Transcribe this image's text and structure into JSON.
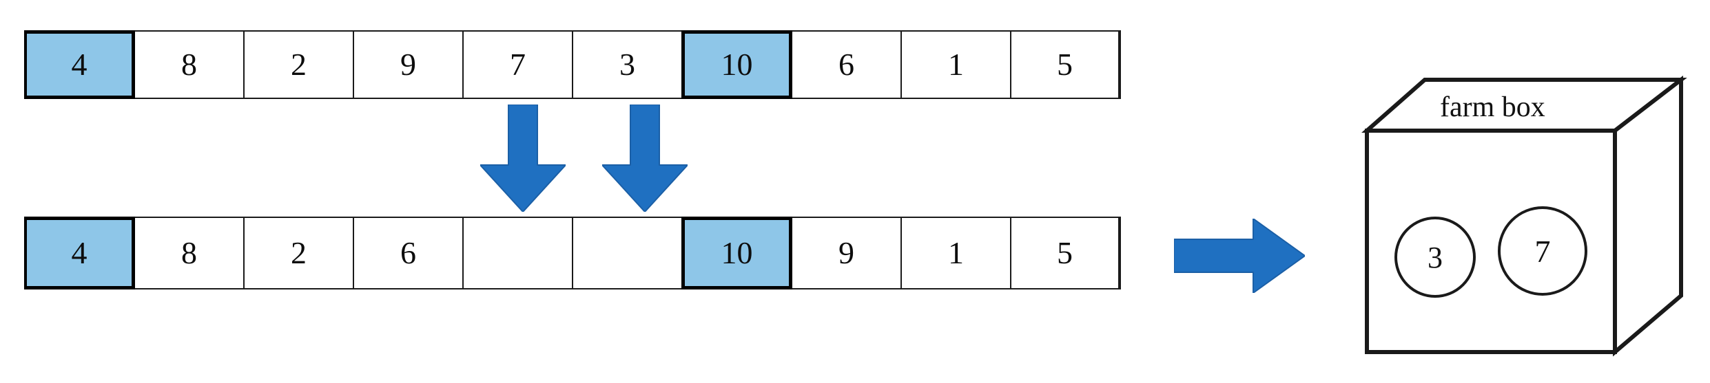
{
  "diagram": {
    "title": "array element removal into farm box",
    "accent_blue": "#1f70c1",
    "highlight_fill": "#8ec6e8",
    "stroke": "#1a1a1a"
  },
  "array_before": {
    "name": "before-array",
    "cells": [
      {
        "value": "4",
        "highlighted": true,
        "empty": false
      },
      {
        "value": "8",
        "highlighted": false,
        "empty": false
      },
      {
        "value": "2",
        "highlighted": false,
        "empty": false
      },
      {
        "value": "9",
        "highlighted": false,
        "empty": false
      },
      {
        "value": "7",
        "highlighted": false,
        "empty": false
      },
      {
        "value": "3",
        "highlighted": false,
        "empty": false
      },
      {
        "value": "10",
        "highlighted": true,
        "empty": false
      },
      {
        "value": "6",
        "highlighted": false,
        "empty": false
      },
      {
        "value": "1",
        "highlighted": false,
        "empty": false
      },
      {
        "value": "5",
        "highlighted": false,
        "empty": false
      }
    ]
  },
  "array_after": {
    "name": "after-array",
    "cells": [
      {
        "value": "4",
        "highlighted": true,
        "empty": false
      },
      {
        "value": "8",
        "highlighted": false,
        "empty": false
      },
      {
        "value": "2",
        "highlighted": false,
        "empty": false
      },
      {
        "value": "6",
        "highlighted": false,
        "empty": false
      },
      {
        "value": "",
        "highlighted": false,
        "empty": true
      },
      {
        "value": "",
        "highlighted": false,
        "empty": true
      },
      {
        "value": "10",
        "highlighted": true,
        "empty": false
      },
      {
        "value": "9",
        "highlighted": false,
        "empty": false
      },
      {
        "value": "1",
        "highlighted": false,
        "empty": false
      },
      {
        "value": "5",
        "highlighted": false,
        "empty": false
      }
    ]
  },
  "down_arrows": [
    {
      "name": "down-arrow-left",
      "source_index": 4,
      "source_value": "7"
    },
    {
      "name": "down-arrow-right",
      "source_index": 5,
      "source_value": "3"
    }
  ],
  "right_arrow": {
    "name": "right-arrow",
    "label": ""
  },
  "farm_box": {
    "label": "farm box",
    "tokens": [
      {
        "value": "3"
      },
      {
        "value": "7"
      }
    ]
  }
}
